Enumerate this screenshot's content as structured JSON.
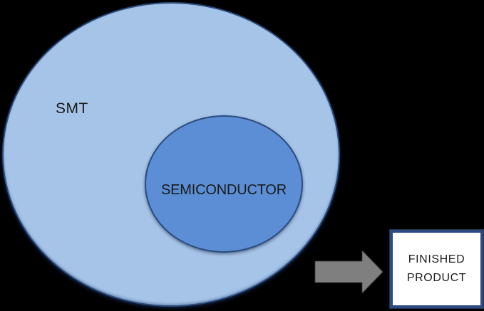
{
  "diagram": {
    "title": "SMT / Semiconductor to finished product diagram",
    "background_color": "#000000",
    "outer_circle": {
      "label": "SMT",
      "fill": "#a6c4e8",
      "border": "#2b4d7e"
    },
    "inner_circle": {
      "label": "SEMICONDUCTOR",
      "fill": "#5b8ed4",
      "border": "#2b4d7e"
    },
    "arrow": {
      "direction": "right",
      "color": "#7f7f7f",
      "outline": "#6e6e6e"
    },
    "finished_box": {
      "line1": "FINISHED",
      "line2": "PRODUCT",
      "fill": "#ffffff",
      "border": "#2b4a86",
      "text_color": "#1c1c1c"
    }
  }
}
